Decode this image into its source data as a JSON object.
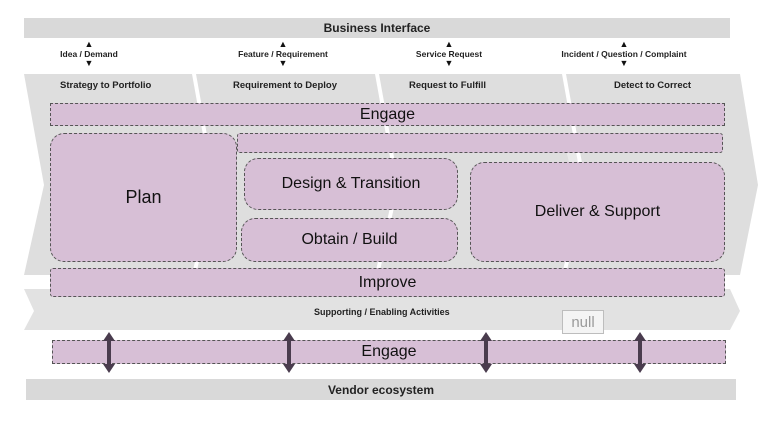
{
  "top_bar": {
    "title": "Business Interface"
  },
  "demands": [
    {
      "label": "Idea / Demand"
    },
    {
      "label": "Feature / Requirement"
    },
    {
      "label": "Service Request"
    },
    {
      "label": "Incident / Question / Complaint"
    }
  ],
  "value_streams": [
    {
      "label": "Strategy to Portfolio"
    },
    {
      "label": "Requirement to Deploy"
    },
    {
      "label": "Request to Fulfill"
    },
    {
      "label": "Detect to Correct"
    }
  ],
  "activities": {
    "engage_top": "Engage",
    "plan": "Plan",
    "design_transition": "Design & Transition",
    "obtain_build": "Obtain / Build",
    "deliver_support": "Deliver & Support",
    "improve": "Improve",
    "engage_bottom": "Engage"
  },
  "supporting": {
    "label": "Supporting / Enabling Activities"
  },
  "badge": {
    "text": "null"
  },
  "bottom_bar": {
    "title": "Vendor ecosystem"
  },
  "colors": {
    "activity_fill": "#d7bfd6",
    "band_gray": "#d9d9d9",
    "arrow_fill": "#4a3c4e"
  }
}
